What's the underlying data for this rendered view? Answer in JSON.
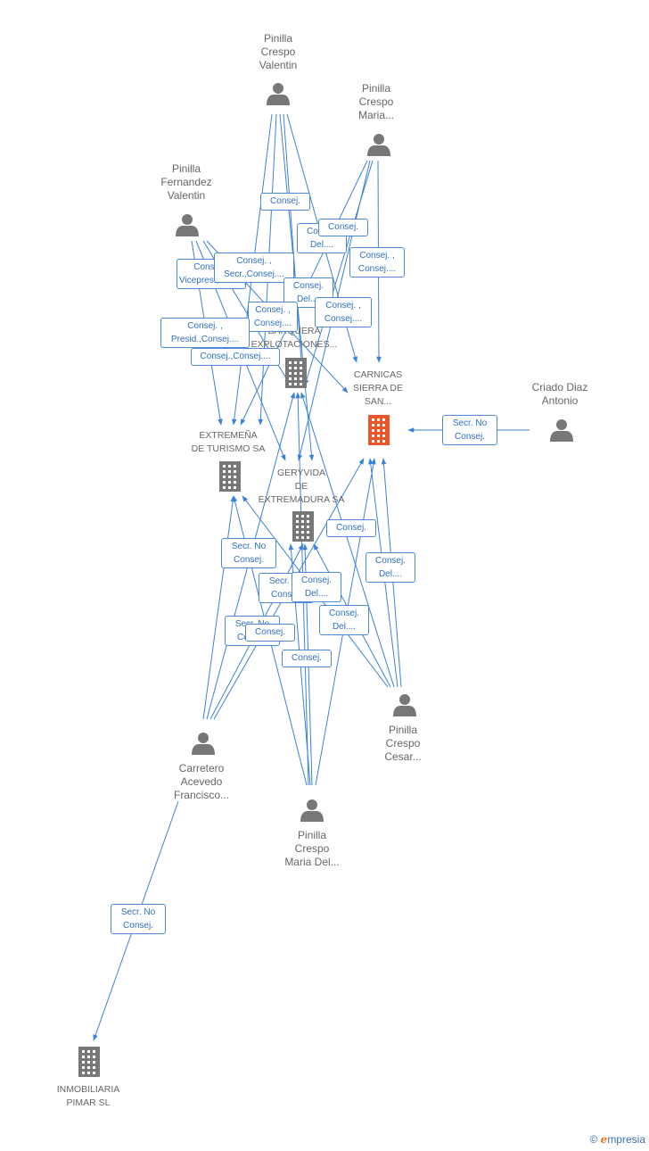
{
  "nodes": [
    {
      "id": "pcv",
      "type": "person",
      "label": "Pinilla Crespo Valentin",
      "lines": [
        "Pinilla",
        "Crespo",
        "Valentin"
      ]
    },
    {
      "id": "pcm",
      "type": "person",
      "label": "Pinilla Crespo Maria...",
      "lines": [
        "Pinilla",
        "Crespo",
        "Maria..."
      ]
    },
    {
      "id": "pfv",
      "type": "person",
      "label": "Pinilla Fernandez Valentin",
      "lines": [
        "Pinilla",
        "Fernandez",
        "Valentin"
      ]
    },
    {
      "id": "cda",
      "type": "person",
      "label": "Criado Diaz Antonio",
      "lines": [
        "Criado Diaz",
        "Antonio"
      ]
    },
    {
      "id": "pcc",
      "type": "person",
      "label": "Pinilla Crespo Cesar...",
      "lines": [
        "Pinilla",
        "Crespo",
        "Cesar..."
      ]
    },
    {
      "id": "caf",
      "type": "person",
      "label": "Carretero Acevedo Francisco...",
      "lines": [
        "Carretero",
        "Acevedo",
        "Francisco..."
      ]
    },
    {
      "id": "pcmd",
      "type": "person",
      "label": "Pinilla Crespo Maria Del...",
      "lines": [
        "Pinilla",
        "Crespo",
        "Maria Del..."
      ]
    },
    {
      "id": "bar",
      "type": "company",
      "label": "BARQUERA EXPLOTACIONES...",
      "lines": [
        "BARQUERA",
        "EXPLOTACIONES..."
      ]
    },
    {
      "id": "car",
      "type": "company",
      "highlight": true,
      "label": "CARNICAS SIERRA DE SAN...",
      "lines": [
        "CARNICAS",
        "SIERRA DE",
        "SAN..."
      ]
    },
    {
      "id": "ext",
      "type": "company",
      "label": "EXTREMEÑA DE TURISMO SA",
      "lines": [
        "EXTREMEÑA",
        "DE TURISMO SA"
      ]
    },
    {
      "id": "ger",
      "type": "company",
      "label": "GERYVIDA DE EXTREMADURA SA",
      "lines": [
        "GERYVIDA",
        "DE",
        "EXTREMADURA SA"
      ]
    },
    {
      "id": "inm",
      "type": "company",
      "label": "INMOBILIARIA PIMAR SL",
      "lines": [
        "INMOBILIARIA",
        "PIMAR SL"
      ]
    }
  ],
  "edge_labels": [
    {
      "lines": [
        "Consej."
      ]
    },
    {
      "lines": [
        "Consej.",
        "Del...."
      ]
    },
    {
      "lines": [
        "Consej."
      ]
    },
    {
      "lines": [
        "Consej. ,",
        "Consej...."
      ]
    },
    {
      "lines": [
        "Consej. ,",
        "Vicepres.,Consej...."
      ]
    },
    {
      "lines": [
        "Consej. ,",
        "Secr.,Consej...."
      ]
    },
    {
      "lines": [
        "Consej.",
        "Del...."
      ]
    },
    {
      "lines": [
        "Consej. ,",
        "Consej...."
      ]
    },
    {
      "lines": [
        "Consej. ,",
        "Consej...."
      ]
    },
    {
      "lines": [
        "Consej. ,",
        "Presid.,Consej...."
      ]
    },
    {
      "lines": [
        "Consej.,Consej...."
      ]
    },
    {
      "lines": [
        "Secr. No",
        "Consej."
      ]
    },
    {
      "lines": [
        "Secr. No",
        "Consej."
      ]
    },
    {
      "lines": [
        "Consej."
      ]
    },
    {
      "lines": [
        "Consej.",
        "Del...."
      ]
    },
    {
      "lines": [
        "Secr. No",
        "Consej."
      ]
    },
    {
      "lines": [
        "Consej.",
        "Del...."
      ]
    },
    {
      "lines": [
        "Consej.",
        "Del...."
      ]
    },
    {
      "lines": [
        "Secr. No",
        "Consej."
      ]
    },
    {
      "lines": [
        "Consej."
      ]
    },
    {
      "lines": [
        "Consej."
      ]
    },
    {
      "lines": [
        "Secr. No",
        "Consej."
      ]
    }
  ],
  "colors": {
    "edge": "#3b82d6",
    "person": "#777777",
    "company": "#777777",
    "highlight": "#e8562a"
  },
  "footer": {
    "copyright": "©",
    "brand_e": "e",
    "brand_rest": "mpresia"
  }
}
